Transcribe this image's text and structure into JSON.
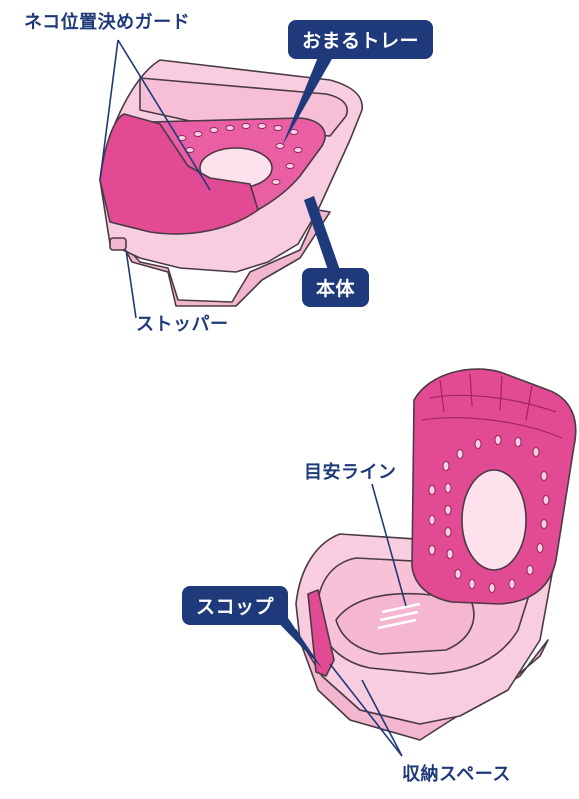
{
  "top": {
    "guard_label": "ネコ位置決めガード",
    "tray_label": "おまるトレー",
    "body_label": "本体",
    "stopper_label": "ストッパー"
  },
  "bottom": {
    "line_label": "目安ライン",
    "scoop_label": "スコップ",
    "storage_label": "収納スペース"
  },
  "colors": {
    "label_navy": "#1f3a7a",
    "body_pink": "#f7c7dc",
    "tray_pink": "#e8509a",
    "outline": "#4a3a44"
  }
}
